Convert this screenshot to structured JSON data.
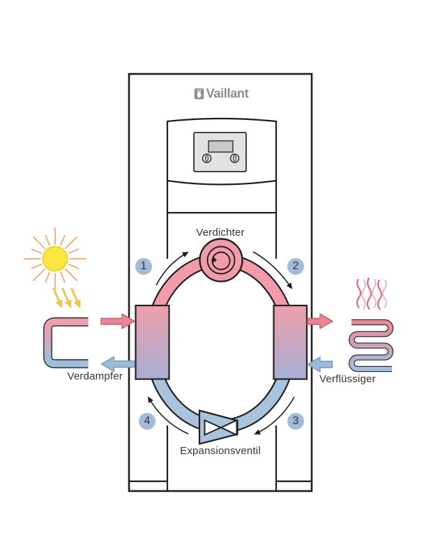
{
  "diagram": {
    "brand": "Vaillant",
    "cycle": {
      "compressor_label": "Verdichter",
      "expansion_valve_label": "Expansionsventil",
      "evaporator_label": "Verdampfer",
      "condenser_label": "Verflüssiger",
      "steps": [
        "1",
        "2",
        "3",
        "4"
      ],
      "flow_direction": "clockwise"
    },
    "colors": {
      "hot_pink": "#f19ca8",
      "hot_red": "#ec8593",
      "cold_blue": "#a9c3dd",
      "cold_arrow_blue": "#9cbbdb",
      "lavender": "#a7aed4",
      "badge_blue": "#a0bcd8",
      "sun_yellow": "#fbe83f",
      "ray_orange": "#eda56a",
      "solar_arrow_yellow": "#ecc548",
      "wave_red": "#db6b79",
      "wave_pink": "#e7bdc3",
      "outline_dark": "#1d1d1d",
      "logo_gray": "#8a8e91",
      "text_dark": "#333333"
    }
  }
}
